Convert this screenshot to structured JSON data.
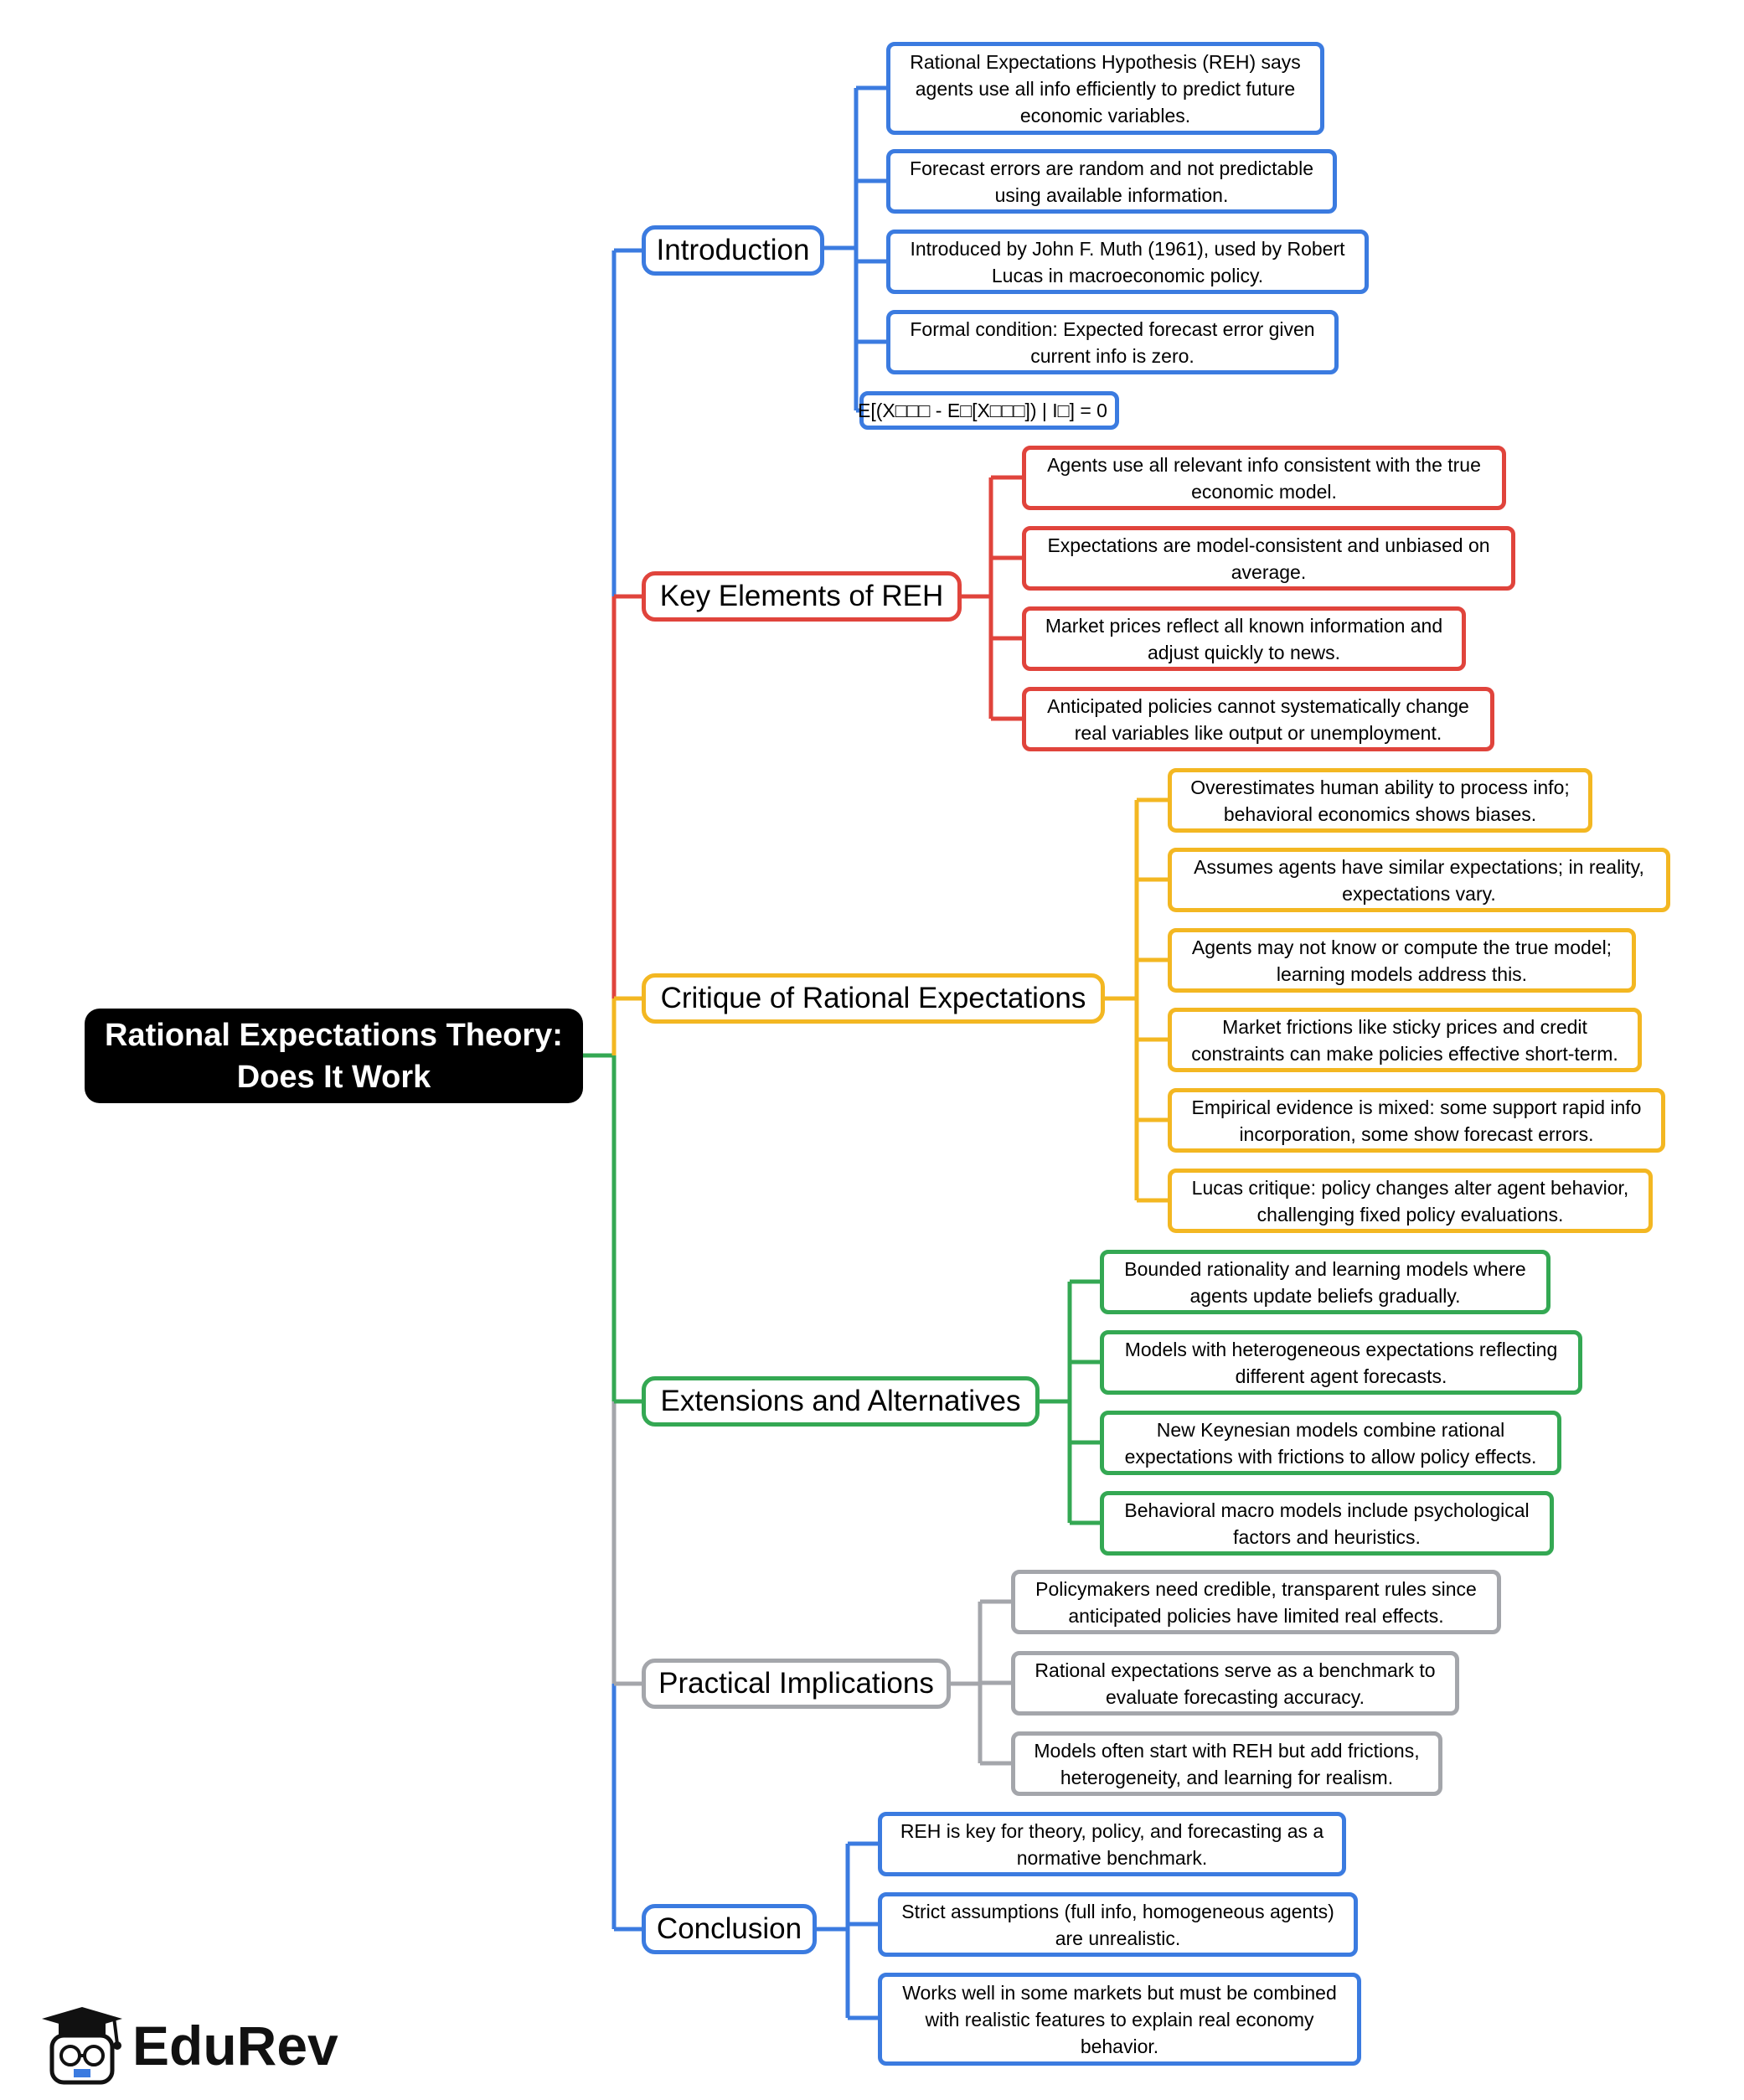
{
  "root": {
    "line1": "Rational Expectations Theory:",
    "line2": "Does It Work"
  },
  "colors": {
    "blue": "#3b7be0",
    "red": "#e0443c",
    "yellow": "#f3b722",
    "green": "#34a853",
    "gray": "#a4a6ab"
  },
  "introduction": {
    "label": "Introduction",
    "items": [
      "Rational Expectations Hypothesis (REH) says agents use all info efficiently to predict future economic variables.",
      "Forecast errors are random and not predictable using available information.",
      "Introduced by John F. Muth (1961), used by Robert Lucas in macroeconomic policy.",
      "Formal condition: Expected forecast error given current info is zero."
    ],
    "formula": "E[(X□□□ - E□[X□□□]) | I□] = 0"
  },
  "key_elements": {
    "label": "Key Elements of REH",
    "items": [
      "Agents use all relevant info consistent with the true economic model.",
      "Expectations are model-consistent and unbiased on average.",
      "Market prices reflect all known information and adjust quickly to news.",
      "Anticipated policies cannot systematically change real variables like output or unemployment."
    ]
  },
  "critique": {
    "label": "Critique of Rational Expectations",
    "items": [
      "Overestimates human ability to process info; behavioral economics shows biases.",
      "Assumes agents have similar expectations; in reality, expectations vary.",
      "Agents may not know or compute the true model; learning models address this.",
      "Market frictions like sticky prices and credit constraints can make policies effective short-term.",
      "Empirical evidence is mixed: some support rapid info incorporation, some show forecast errors.",
      "Lucas critique: policy changes alter agent behavior, challenging fixed policy evaluations."
    ]
  },
  "extensions": {
    "label": "Extensions and Alternatives",
    "items": [
      "Bounded rationality and learning models where agents update beliefs gradually.",
      "Models with heterogeneous expectations reflecting different agent forecasts.",
      "New Keynesian models combine rational expectations with frictions to allow policy effects.",
      "Behavioral macro models include psychological factors and heuristics."
    ]
  },
  "practical": {
    "label": "Practical Implications",
    "items": [
      "Policymakers need credible, transparent rules since anticipated policies have limited real effects.",
      "Rational expectations serve as a benchmark to evaluate forecasting accuracy.",
      "Models often start with REH but add frictions, heterogeneity, and learning for realism."
    ]
  },
  "conclusion": {
    "label": "Conclusion",
    "items": [
      "REH is key for theory, policy, and forecasting as a normative benchmark.",
      "Strict assumptions (full info, homogeneous agents) are unrealistic.",
      "Works well in some markets but must be combined with realistic features to explain real economy behavior."
    ]
  },
  "logo": {
    "text": "EduRev"
  }
}
